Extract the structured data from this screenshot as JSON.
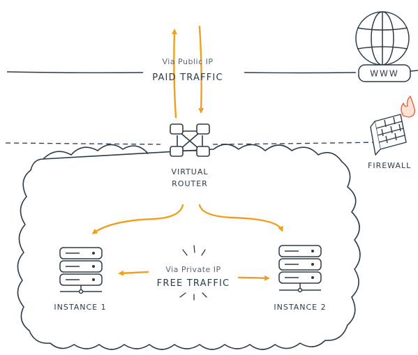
{
  "public_link": {
    "sublabel": "Via Public IP",
    "label": "PAID TRAFFIC"
  },
  "private_link": {
    "sublabel": "Via Private IP",
    "label": "FREE TRAFFIC"
  },
  "router": {
    "label_line1": "VIRTUAL",
    "label_line2": "ROUTER",
    "icon": "router-icon"
  },
  "internet": {
    "label": "WWW",
    "icon": "globe-icon"
  },
  "firewall": {
    "label": "FIREWALL",
    "icon": "firewall-icon"
  },
  "instances": [
    {
      "label": "INSTANCE 1",
      "icon": "server-icon"
    },
    {
      "label": "INSTANCE 2",
      "icon": "server-icon"
    }
  ],
  "colors": {
    "ink": "#2b3a48",
    "arrow": "#f0a020",
    "fire": "#e8603a",
    "background": "#ffffff"
  }
}
